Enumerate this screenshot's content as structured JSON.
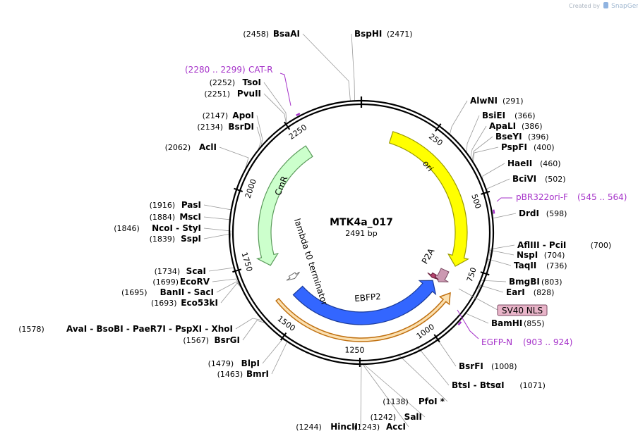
{
  "credit": {
    "prefix": "Created by",
    "brand": "SnapGene"
  },
  "plasmid": {
    "name": "MTK4a_017",
    "size_label": "2491 bp",
    "length": 2491
  },
  "ticks": [
    {
      "pos": 250,
      "label": "250"
    },
    {
      "pos": 500,
      "label": "500"
    },
    {
      "pos": 750,
      "label": "750"
    },
    {
      "pos": 1000,
      "label": "1000"
    },
    {
      "pos": 1250,
      "label": "1250"
    },
    {
      "pos": 1500,
      "label": "1500"
    },
    {
      "pos": 1750,
      "label": "1750"
    },
    {
      "pos": 2000,
      "label": "2000"
    },
    {
      "pos": 2250,
      "label": "2250"
    }
  ],
  "features": [
    {
      "id": "ori",
      "label": "ori",
      "start": 120,
      "end": 760,
      "strand": 1,
      "color": "#ffff00",
      "stroke": "#9a9a00"
    },
    {
      "id": "p2a",
      "label": "P2A",
      "start": 791,
      "end": 848,
      "strand": 1,
      "color": "#cc99b2",
      "stroke": "#7a4a62"
    },
    {
      "id": "sv40-nls",
      "label": "SV40 NLS",
      "start": 828,
      "end": 848,
      "strand": 1,
      "color": "#b5446e",
      "stroke": "#6a1e3c"
    },
    {
      "id": "ebfp2",
      "label": "EBFP2",
      "start": 858,
      "end": 1574,
      "strand": -1,
      "color": "#3366ff",
      "stroke": "#1a3a99"
    },
    {
      "id": "egfp-n-arrow",
      "label": "",
      "start": 860,
      "end": 1600,
      "strand": -1,
      "color": "#f0a030",
      "stroke": "#c07010"
    },
    {
      "id": "lambda",
      "label": "lambda t0 terminator",
      "start": 1628,
      "end": 1652,
      "strand": -1,
      "color": "#ffffff",
      "stroke": "#666666"
    },
    {
      "id": "cmr",
      "label": "CmR",
      "start": 1730,
      "end": 2265,
      "strand": -1,
      "color": "#ccffcc",
      "stroke": "#5a9a5a"
    }
  ],
  "sites": [
    {
      "name": "BsaAI",
      "pos_label": "(2458)",
      "pos": 2458
    },
    {
      "name": "BspHI",
      "pos_label": "(2471)",
      "pos": 2471
    },
    {
      "name": "TsoI",
      "pos_label": "(2252)",
      "pos": 2252
    },
    {
      "name": "PvuII",
      "pos_label": "(2251)",
      "pos": 2251
    },
    {
      "name": "ApoI",
      "pos_label": "(2147)",
      "pos": 2147
    },
    {
      "name": "BsrDI",
      "pos_label": "(2134)",
      "pos": 2134
    },
    {
      "name": "AclI",
      "pos_label": "(2062)",
      "pos": 2062
    },
    {
      "name": "PasI",
      "pos_label": "(1916)",
      "pos": 1916
    },
    {
      "name": "MscI",
      "pos_label": "(1884)",
      "pos": 1884
    },
    {
      "name": "NcoI - StyI",
      "pos_label": "(1846)",
      "pos": 1846
    },
    {
      "name": "SspI",
      "pos_label": "(1839)",
      "pos": 1839
    },
    {
      "name": "ScaI",
      "pos_label": "(1734)",
      "pos": 1734
    },
    {
      "name": "EcoRV",
      "pos_label": "(1699)",
      "pos": 1699
    },
    {
      "name": "BanII - SacI",
      "pos_label": "(1695)",
      "pos": 1695
    },
    {
      "name": "Eco53kI",
      "pos_label": "(1693)",
      "pos": 1693
    },
    {
      "name": "AvaI - BsoBI - PaeR7I - PspXI - XhoI",
      "pos_label": "(1578)",
      "pos": 1578
    },
    {
      "name": "BsrGI",
      "pos_label": "(1567)",
      "pos": 1567
    },
    {
      "name": "BlpI",
      "pos_label": "(1479)",
      "pos": 1479
    },
    {
      "name": "BmrI",
      "pos_label": "(1463)",
      "pos": 1463
    },
    {
      "name": "HincII",
      "pos_label": "(1244)",
      "pos": 1244
    },
    {
      "name": "AccI",
      "pos_label": "(1243)",
      "pos": 1243
    },
    {
      "name": "SalI",
      "pos_label": "(1242)",
      "pos": 1242
    },
    {
      "name": "PfoI *",
      "pos_label": "(1138)",
      "pos": 1138
    },
    {
      "name": "BtsI - BtsαI",
      "pos_label": "(1071)",
      "pos": 1071
    },
    {
      "name": "BsrFI",
      "pos_label": "(1008)",
      "pos": 1008
    },
    {
      "name": "BamHI",
      "pos_label": "(855)",
      "pos": 855
    },
    {
      "name": "EarI",
      "pos_label": "(828)",
      "pos": 828
    },
    {
      "name": "BmgBI",
      "pos_label": "(803)",
      "pos": 803
    },
    {
      "name": "TaqII",
      "pos_label": "(736)",
      "pos": 736
    },
    {
      "name": "NspI",
      "pos_label": "(704)",
      "pos": 704
    },
    {
      "name": "AflIII - PciI",
      "pos_label": "(700)",
      "pos": 700
    },
    {
      "name": "DrdI",
      "pos_label": "(598)",
      "pos": 598
    },
    {
      "name": "BciVI",
      "pos_label": "(502)",
      "pos": 502
    },
    {
      "name": "HaeII",
      "pos_label": "(460)",
      "pos": 460
    },
    {
      "name": "PspFI",
      "pos_label": "(400)",
      "pos": 400
    },
    {
      "name": "BseYI",
      "pos_label": "(396)",
      "pos": 396
    },
    {
      "name": "ApaLI",
      "pos_label": "(386)",
      "pos": 386
    },
    {
      "name": "BsiEI",
      "pos_label": "(366)",
      "pos": 366
    },
    {
      "name": "AlwNI",
      "pos_label": "(291)",
      "pos": 291
    }
  ],
  "primers": [
    {
      "name": "CAT-R",
      "range": "(2280 .. 2299)",
      "pos": 2290
    },
    {
      "name": "pBR322ori-F",
      "range": "(545 .. 564)",
      "pos": 555
    },
    {
      "name": "EGFP-N",
      "range": "(903 .. 924)",
      "pos": 913
    }
  ],
  "boxed_label": {
    "text": "SV40 NLS",
    "fill": "#e8b4c8",
    "stroke": "#7a4a62"
  },
  "colors": {
    "backbone": "#000000",
    "primer": "#a531c9"
  }
}
